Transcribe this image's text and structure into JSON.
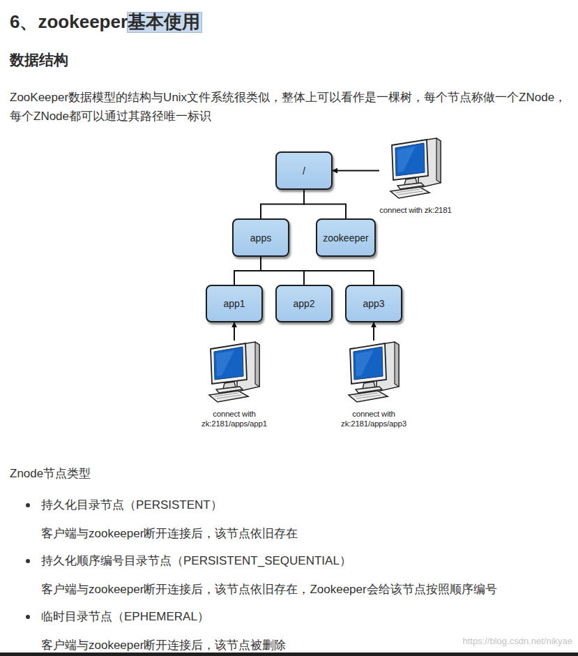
{
  "diagram": {
    "title": "6、zookeeper基本使用",
    "nodes": [
      {
        "text": [
          "/"
        ]
      },
      {
        "text": [
          "apps"
        ]
      },
      {
        "text": [
          "zookeeper"
        ]
      },
      {
        "text": [
          "app1"
        ]
      },
      {
        "text": [
          "app2"
        ]
      },
      {
        "text": [
          "app3"
        ]
      },
      {
        "text": [
          "connect with zk:2181"
        ]
      },
      {
        "text": [
          "connect with zk:2181/apps/app1"
        ]
      },
      {
        "text": [
          "connect with zk:2181/apps/app3"
        ]
      }
    ],
    "edges": [
      {
        "from": 0,
        "to": 1,
        "arrow": "none"
      },
      {
        "from": 0,
        "to": 2,
        "arrow": "none"
      },
      {
        "from": 1,
        "to": 3,
        "arrow": "none"
      },
      {
        "from": 1,
        "to": 4,
        "arrow": "none"
      },
      {
        "from": 1,
        "to": 5,
        "arrow": "none"
      },
      {
        "from": 6,
        "to": 0,
        "arrow": "to"
      },
      {
        "from": 7,
        "to": 3,
        "arrow": "to"
      },
      {
        "from": 8,
        "to": 5,
        "arrow": "to"
      }
    ],
    "labels": [
      "数据结构",
      "ZooKeeper数据模型的结构与Unix文件系统很类似，整体上可以看作是一棵树，每个节点称做一个ZNode，每个ZNode都可以通过其路径唯一标识",
      "Znode节点类型",
      "持久化目录节点（PERSISTENT）",
      "客户端与zookeeper断开连接后，该节点依旧存在",
      "持久化顺序编号目录节点（PERSISTENT_SEQUENTIAL）",
      "客户端与zookeeper断开连接后，该节点依旧存在，Zookeeper会给该节点按照顺序编号",
      "临时目录节点（EPHEMERAL）",
      "客户端与zookeeper断开连接后，该节点被删除",
      "https://blog.csdn.net/nikyae"
    ]
  }
}
